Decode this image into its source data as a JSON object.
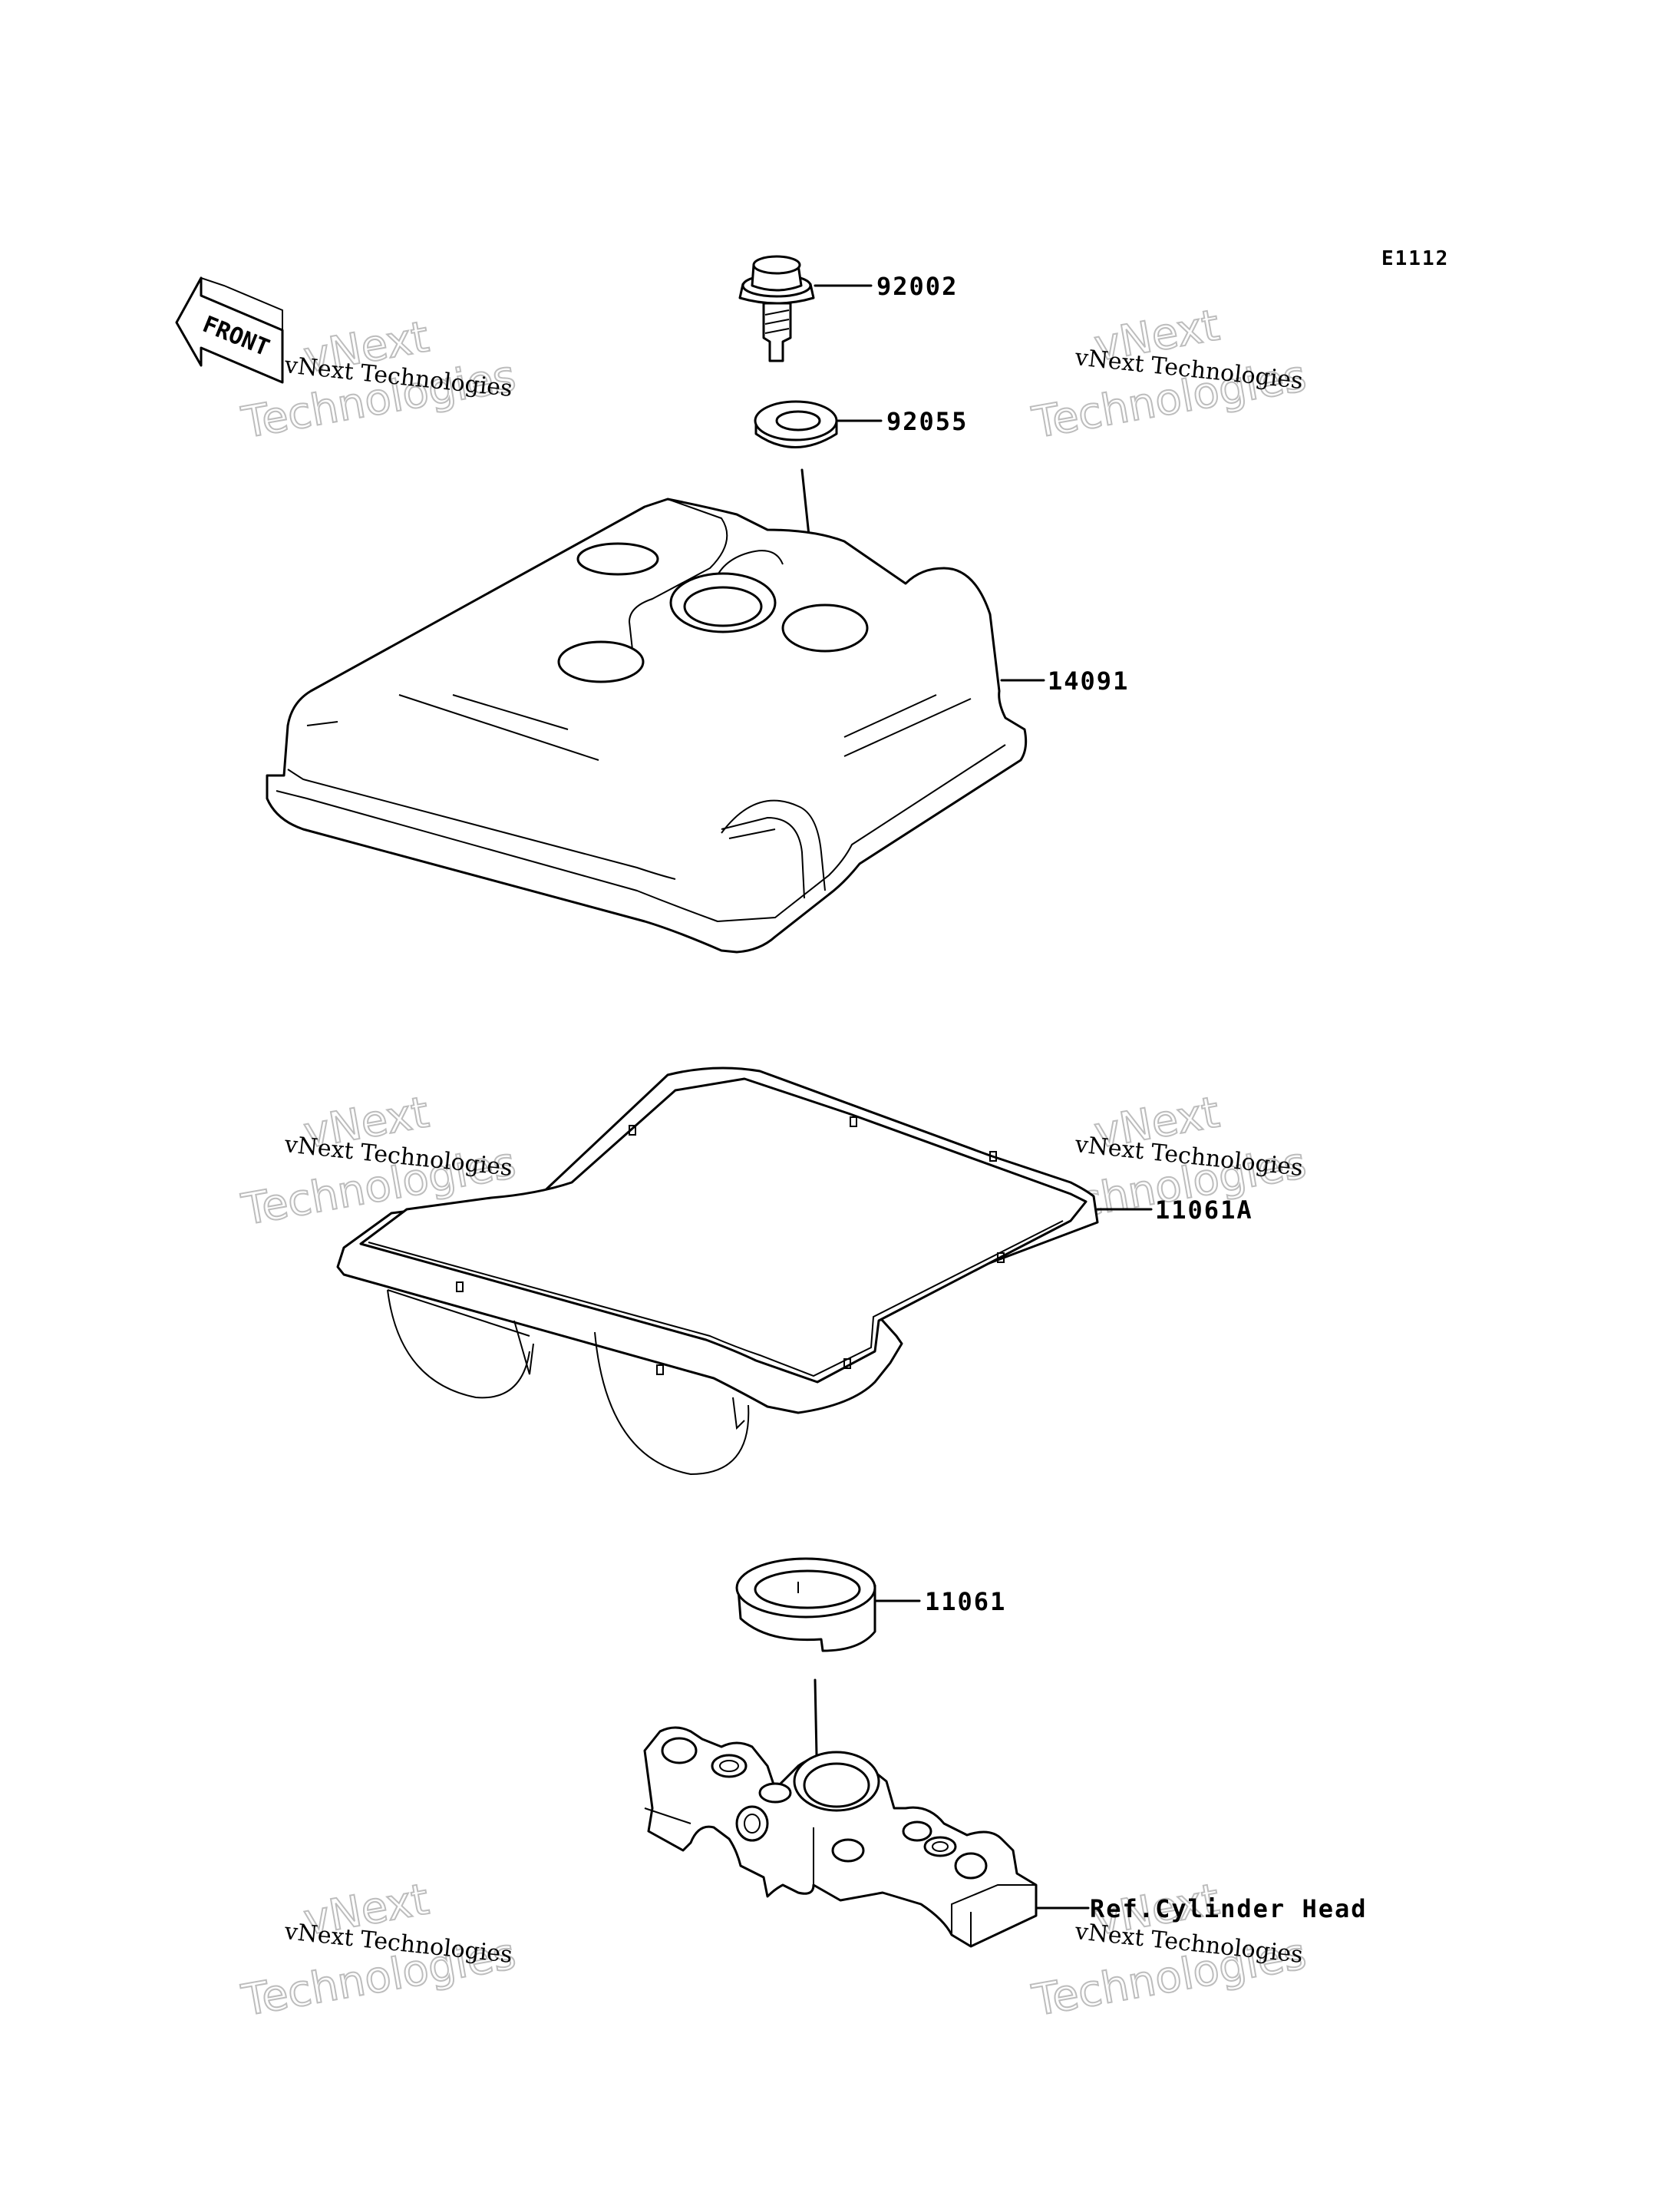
{
  "diagram_code": "E1112",
  "front_label": "FRONT",
  "parts": {
    "bolt": "92002",
    "washer": "92055",
    "cover": "14091",
    "gasket": "11061A",
    "seal": "11061",
    "reference": "Ref.Cylinder Head"
  },
  "watermark": {
    "line": "vNext Technologies",
    "big_top": "vNext",
    "big_bottom": "Technologies"
  }
}
